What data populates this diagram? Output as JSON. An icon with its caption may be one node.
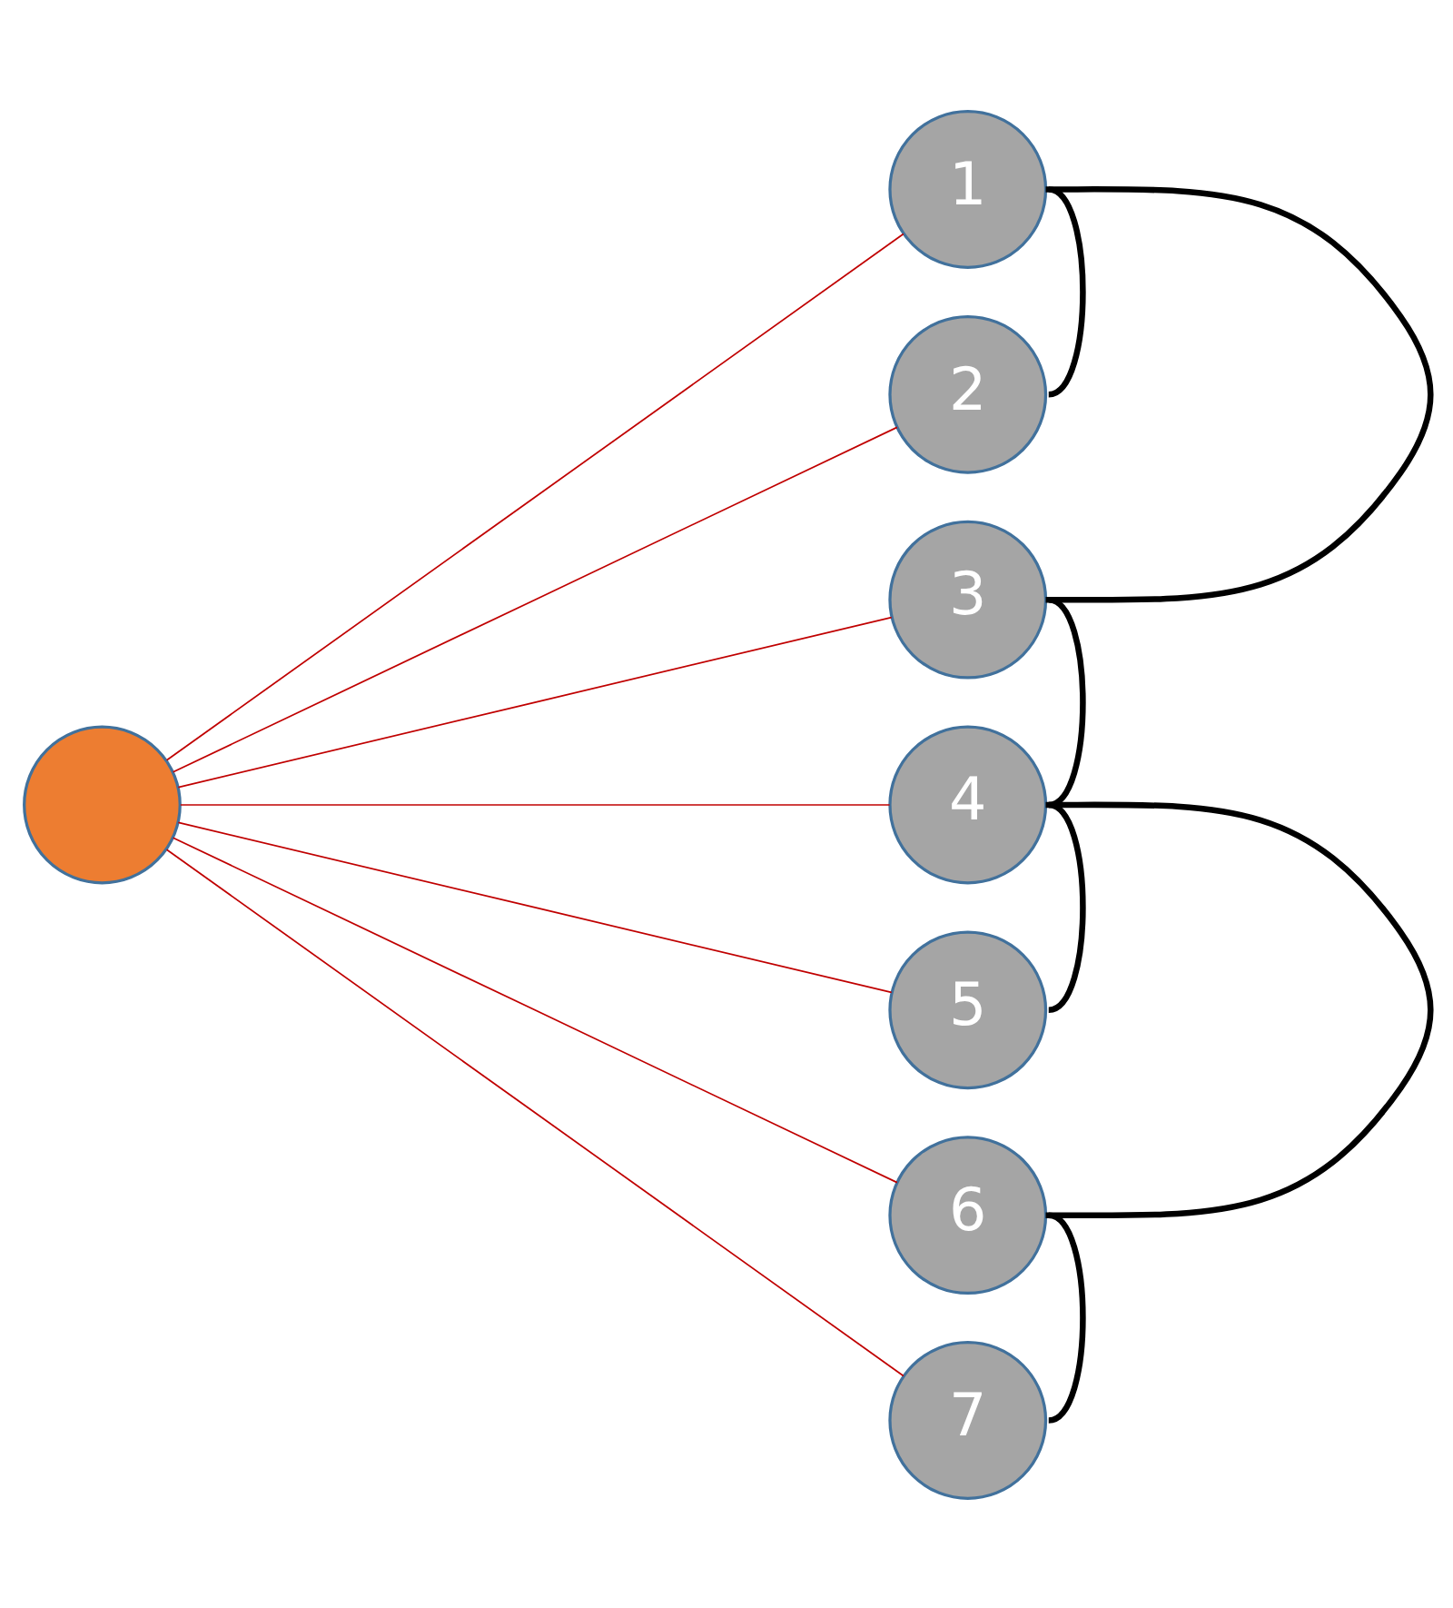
{
  "diagram": {
    "nodes": [
      {
        "text": [],
        "shape": "circle"
      },
      {
        "text": [
          "1"
        ]
      },
      {
        "text": [
          "2"
        ]
      },
      {
        "text": [
          "3"
        ]
      },
      {
        "text": [
          "4"
        ]
      },
      {
        "text": [
          "5"
        ]
      },
      {
        "text": [
          "6"
        ]
      },
      {
        "text": [
          "7"
        ]
      }
    ],
    "edges": [
      {
        "from": 0,
        "to": 1,
        "arrow": "none"
      },
      {
        "from": 0,
        "to": 2,
        "arrow": "none"
      },
      {
        "from": 0,
        "to": 3,
        "arrow": "none"
      },
      {
        "from": 0,
        "to": 4,
        "arrow": "none"
      },
      {
        "from": 0,
        "to": 5,
        "arrow": "none"
      },
      {
        "from": 0,
        "to": 6,
        "arrow": "none"
      },
      {
        "from": 0,
        "to": 7,
        "arrow": "none"
      },
      {
        "from": 1,
        "to": 2,
        "arrow": "none",
        "style": "thick",
        "color": "#000000"
      },
      {
        "from": 1,
        "to": 3,
        "arrow": "none",
        "style": "thick",
        "color": "#000000"
      },
      {
        "from": 3,
        "to": 4,
        "arrow": "none",
        "style": "thick",
        "color": "#000000"
      },
      {
        "from": 4,
        "to": 5,
        "arrow": "none",
        "style": "thick",
        "color": "#000000"
      },
      {
        "from": 4,
        "to": 6,
        "arrow": "none",
        "style": "thick",
        "color": "#000000"
      },
      {
        "from": 6,
        "to": 7,
        "arrow": "none",
        "style": "thick",
        "color": "#000000"
      }
    ]
  }
}
